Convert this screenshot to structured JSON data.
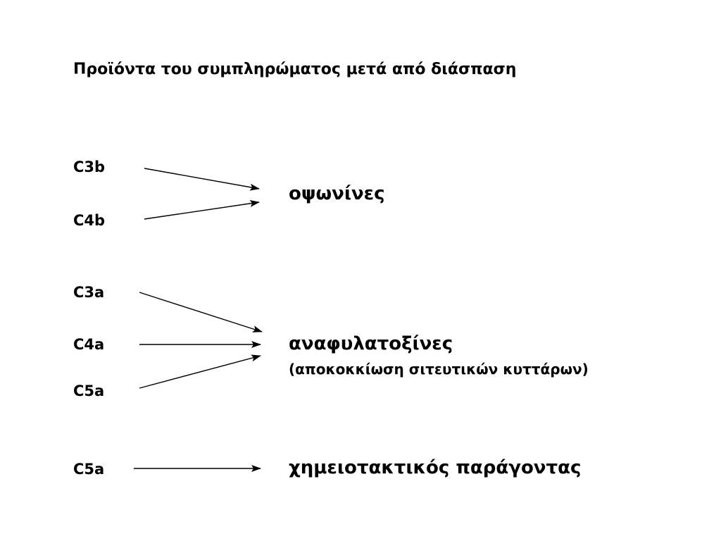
{
  "title": "Προϊόντα του συμπληρώματος μετά από διάσπαση",
  "groups": {
    "opsonins": {
      "sources": [
        "C3b",
        "C4b"
      ],
      "result": "οψωνίνες"
    },
    "anaphylatoxins": {
      "sources": [
        "C3a",
        "C4a",
        "C5a"
      ],
      "result": "αναφυλατοξίνες",
      "note": "(αποκοκκίωση σιτευτικών κυττάρων)"
    },
    "chemotactic": {
      "sources": [
        "C5a"
      ],
      "result": "χημειοτακτικός παράγοντας"
    }
  }
}
